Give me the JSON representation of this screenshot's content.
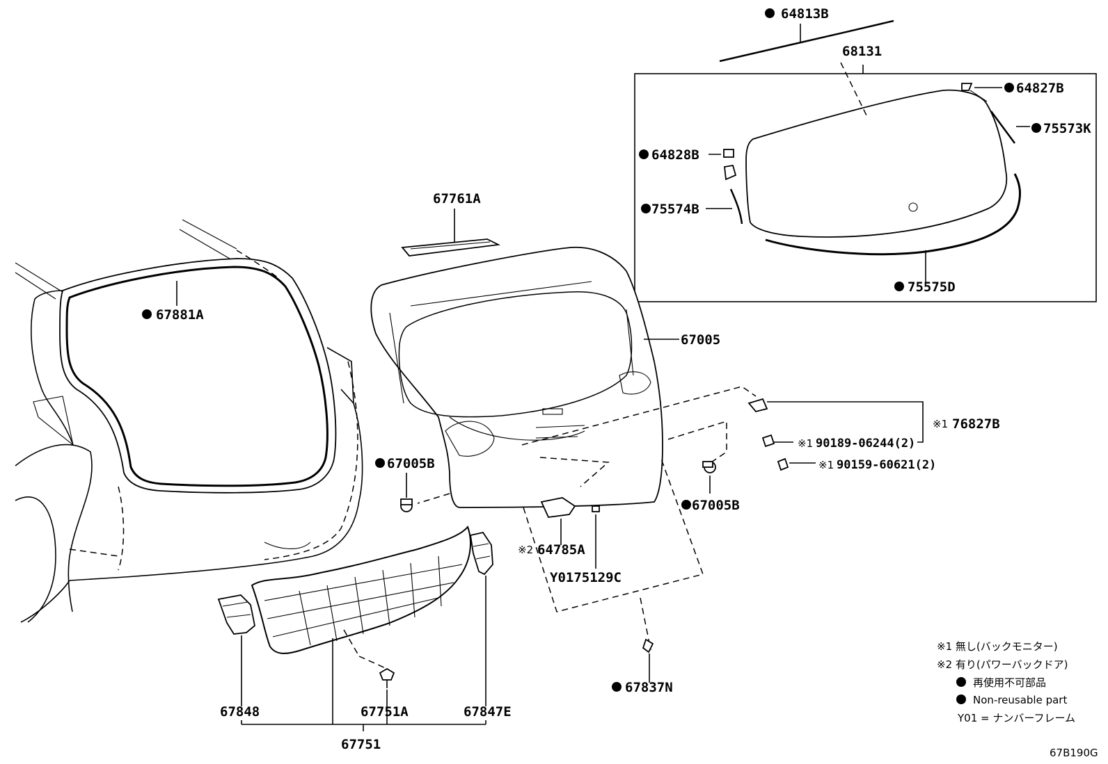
{
  "labels": {
    "p64813B": "64813B",
    "p68131": "68131",
    "p64827B": "64827B",
    "p75573K": "75573K",
    "p64828B": "64828B",
    "p75574B": "75574B",
    "p75575D": "75575D",
    "p67761A": "67761A",
    "p67881A": "67881A",
    "p67005": "67005",
    "p67005B_left": "67005B",
    "p67005B_right": "67005B",
    "p76827B": "76827B",
    "p90189": "90189-06244(2)",
    "p90159": "90159-60621(2)",
    "p64785A": "64785A",
    "pY01": "Y0175129C",
    "p67848": "67848",
    "p67751A": "67751A",
    "p67847E": "67847E",
    "p67751": "67751",
    "p67837N": "67837N"
  },
  "marks": {
    "ref1": "※1",
    "ref2": "※2"
  },
  "legend": {
    "note1": "※1 無し(バックモニター)",
    "note2": "※2 有り(パワーバックドア)",
    "nonreusable_jp": "再使用不可部品",
    "nonreusable_en": "Non-reusable part",
    "y01": "Y01 = ナンバーフレーム"
  },
  "diagram_id": "67B190G",
  "icons": {
    "bullet": "filled-circle-icon"
  }
}
